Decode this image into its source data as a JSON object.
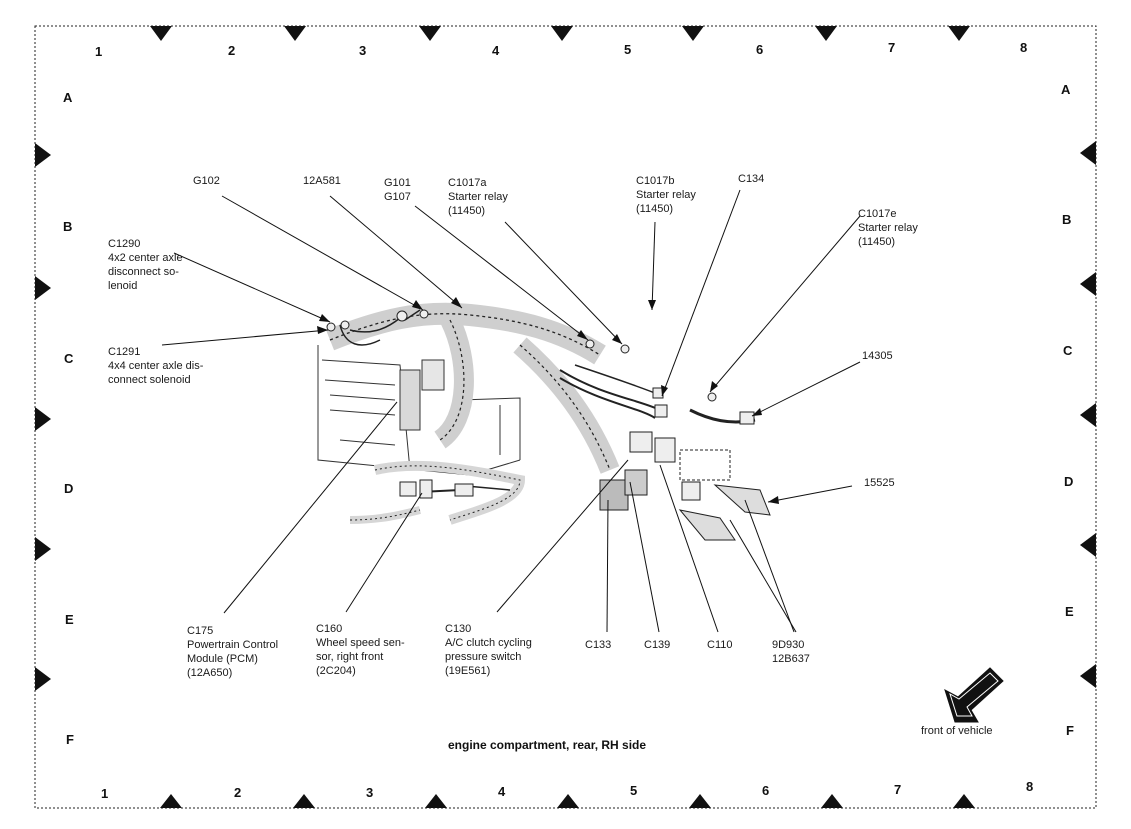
{
  "grid": {
    "columns": [
      "1",
      "2",
      "3",
      "4",
      "5",
      "6",
      "7",
      "8"
    ],
    "rows": [
      "A",
      "B",
      "C",
      "D",
      "E",
      "F"
    ]
  },
  "title": "engine compartment, rear, RH side",
  "front_label": "front of vehicle",
  "callouts": {
    "g102": "G102",
    "n12a581": "12A581",
    "g101": "G101\nG107",
    "c1017a": "C1017a\nStarter relay\n(11450)",
    "c1017b": "C1017b\nStarter relay\n(11450)",
    "c134": "C134",
    "c1017e": "C1017e\nStarter relay\n(11450)",
    "c1290": "C1290\n4x2 center axle\ndisconnect so-\nlenoid",
    "c1291": "C1291\n4x4 center axle dis-\nconnect solenoid",
    "n14305": "14305",
    "n15525": "15525",
    "c175": "C175\nPowertrain Control\nModule (PCM)\n(12A650)",
    "c160": "C160\nWheel speed sen-\nsor, right front\n(2C204)",
    "c130": "C130\nA/C clutch cycling\npressure switch\n(19E561)",
    "c133": "C133",
    "c139": "C139",
    "c110": "C110",
    "n9d930": "9D930\n12B637"
  }
}
